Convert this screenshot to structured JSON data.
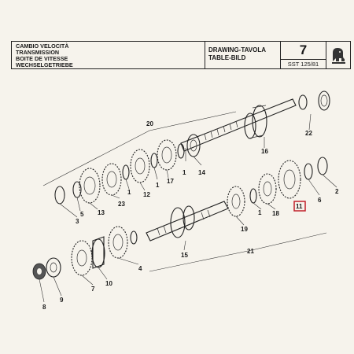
{
  "header": {
    "languages": [
      "CAMBIO VELOCITÀ",
      "TRANSMISSION",
      "BOITE DE VITESSE",
      "WECHSELGETRIEBE"
    ],
    "drawing_lines": [
      "DRAWING-TAVOLA",
      "TABLE-BILD"
    ],
    "table_number": "7",
    "reference_code": "SST 125/81",
    "logo_icon": "cagiva-elephant-logo"
  },
  "callouts": {
    "c1": "1",
    "c2": "2",
    "c3": "3",
    "c4": "4",
    "c5": "5",
    "c6": "6",
    "c7": "7",
    "c8": "8",
    "c9": "9",
    "c10": "10",
    "c11": "11",
    "c12": "12",
    "c13": "13",
    "c14": "14",
    "c15": "15",
    "c16": "16",
    "c17": "17",
    "c18": "18",
    "c19": "19",
    "c20": "20",
    "c21": "21",
    "c22": "22",
    "c23": "23",
    "c1b": "1",
    "c1c": "1"
  },
  "highlight": {
    "part": "11",
    "color": "#c0202a"
  }
}
